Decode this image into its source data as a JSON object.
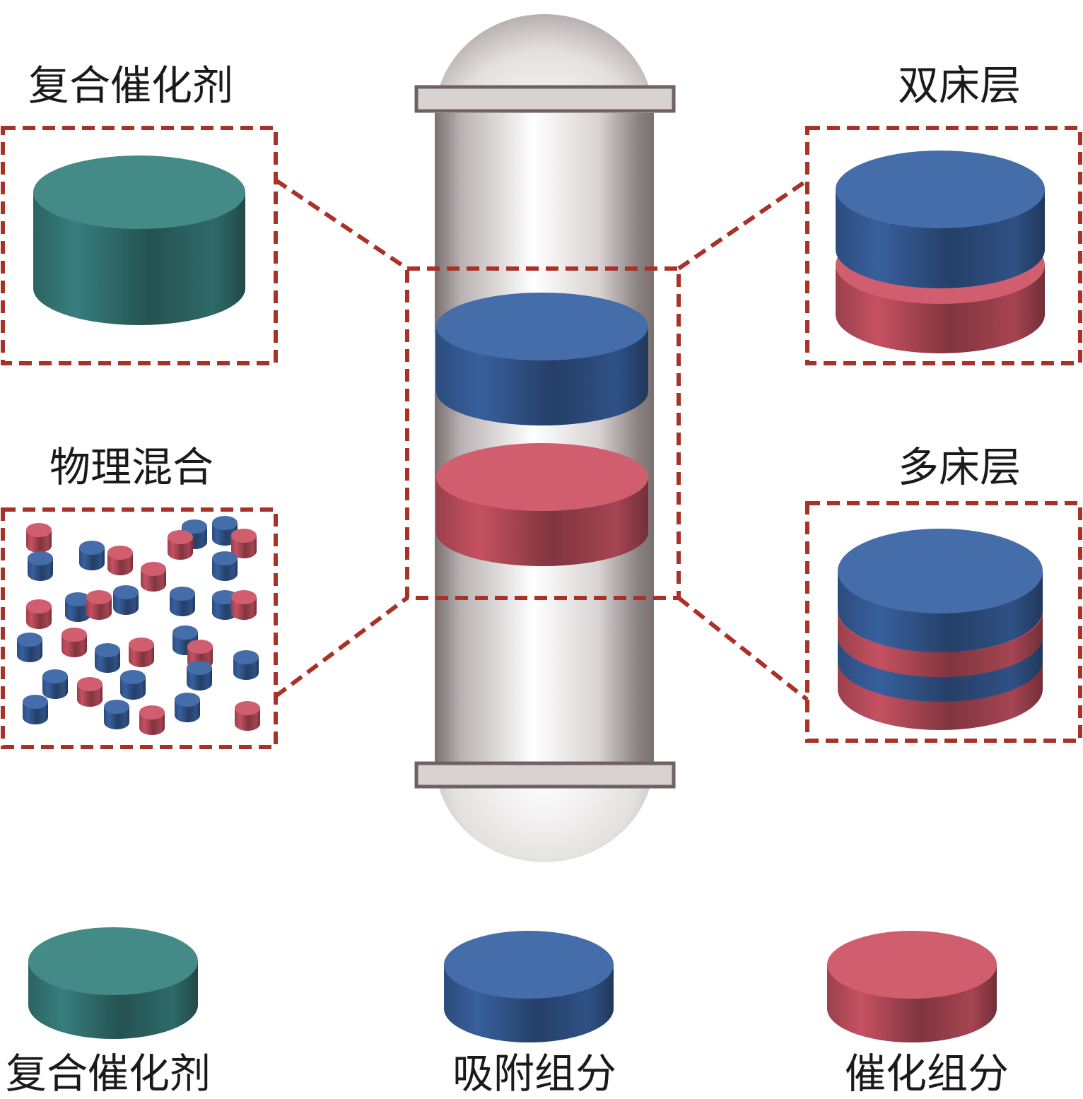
{
  "labels": {
    "composite_top": "复合催化剂",
    "dual_bed": "双床层",
    "physical_mix": "物理混合",
    "multi_bed": "多床层"
  },
  "legend": [
    {
      "label": "复合催化剂",
      "color": "#3a8582"
    },
    {
      "label": "吸附组分",
      "color": "#3b65a6"
    },
    {
      "label": "催化组分",
      "color": "#cf5566"
    }
  ],
  "colors": {
    "dashed_frame": "#a83228",
    "reactor": "#d8d4d4",
    "flange": "#d9d2d2"
  }
}
